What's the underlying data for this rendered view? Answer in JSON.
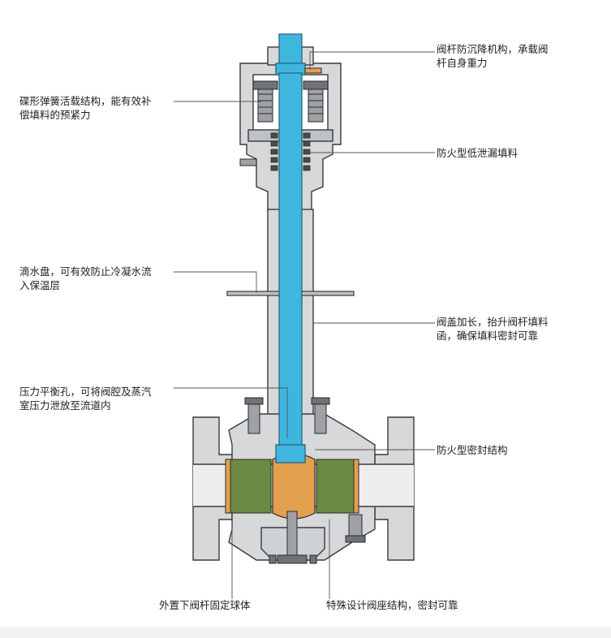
{
  "colors": {
    "stem": "#3fb6de",
    "ball": "#e3a04e",
    "seat": "#6b8a44",
    "body": "#d6d8da",
    "outline": "#3a3a3a",
    "callout_line": "#555555"
  },
  "labels": {
    "stem_anti_sink": [
      "阀杆防沉降机构，承载阀",
      "杆自身重力"
    ],
    "disc_spring": [
      "碟形弹簧活载结构，能有效补",
      "偿填料的预紧力"
    ],
    "fireproof_packing": [
      "防火型低泄漏填料"
    ],
    "drip_tray": [
      "滴水盘，可有效防止冷凝水流",
      "入保温层"
    ],
    "extended_bonnet": [
      "阀盖加长，抬升阀杆填料",
      "函，确保填料密封可靠"
    ],
    "pressure_hole": [
      "压力平衡孔，可将阀腔及蒸汽",
      "室压力泄放至流道内"
    ],
    "fireproof_seal": [
      "防火型密封结构"
    ],
    "external_stem": [
      "外置下阀杆固定球体"
    ],
    "special_seat": [
      "特殊设计阀座结构，密封可靠"
    ]
  }
}
